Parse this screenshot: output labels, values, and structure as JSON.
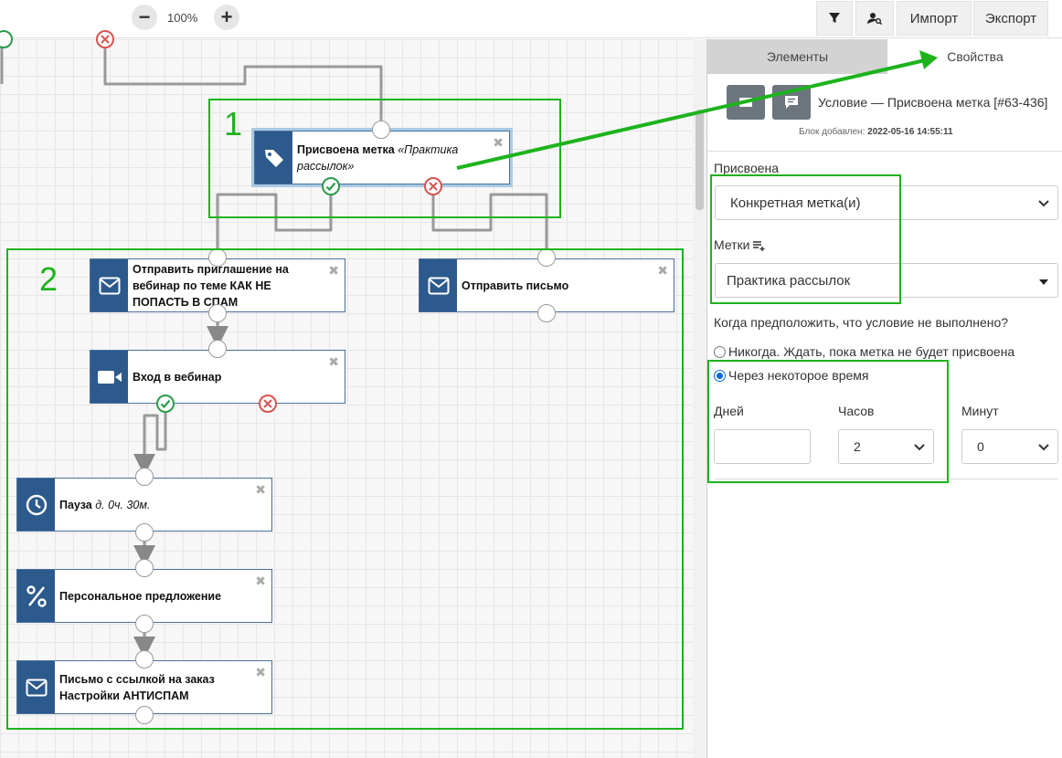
{
  "toolbar": {
    "zoom_out": "−",
    "zoom_level": "100%",
    "zoom_in": "+",
    "import_label": "Импорт",
    "export_label": "Экспорт"
  },
  "canvas": {
    "nodes": [
      {
        "title": "Присвоена метка",
        "subtitle": "«Практика рассылок»",
        "icon": "tag-icon"
      },
      {
        "title": "Отправить приглашение на вебинар по теме КАК НЕ ПОПАСТЬ В СПАМ",
        "icon": "envelope-icon"
      },
      {
        "title": "Отправить письмо",
        "icon": "envelope-icon"
      },
      {
        "title": "Вход в вебинар",
        "icon": "video-camera-icon"
      },
      {
        "title": "Пауза",
        "subtitle": "д. 0ч. 30м.",
        "icon": "clock-icon"
      },
      {
        "title": "Персональное предложение",
        "icon": "percent-icon"
      },
      {
        "title": "Письмо с ссылкой на заказ Настройки АНТИСПАМ",
        "icon": "envelope-icon"
      }
    ],
    "close_glyph": "✖"
  },
  "annotations": {
    "box1_number": "1",
    "box2_number": "2",
    "color": "#1db31d"
  },
  "panel": {
    "tab_elements": "Элементы",
    "tab_properties": "Свойства",
    "condition_title": "Условие — Присвоена метка [#63-436]",
    "block_added_label": "Блок добавлен:",
    "block_added_value": "2022-05-16 14:55:11",
    "assigned_label": "Присвоена",
    "assigned_value": "Конкретная метка(и)",
    "tags_label": "Метки",
    "tags_value": "Практика рассылок",
    "when_question": "Когда предположить, что условие не выполнено?",
    "option_never": "Никогда. Ждать, пока метка не будет присвоена",
    "option_after": "Через некоторое время",
    "selected_option": "Через некоторое время",
    "days_label": "Дней",
    "days_value": "",
    "hours_label": "Часов",
    "hours_value": "2",
    "minutes_label": "Минут",
    "minutes_value": "0"
  },
  "colors": {
    "node_icon_bg": "#2d5a8c",
    "success": "#2a9a4a",
    "failure": "#d9534f",
    "radio_accent": "#0b6bd6"
  }
}
